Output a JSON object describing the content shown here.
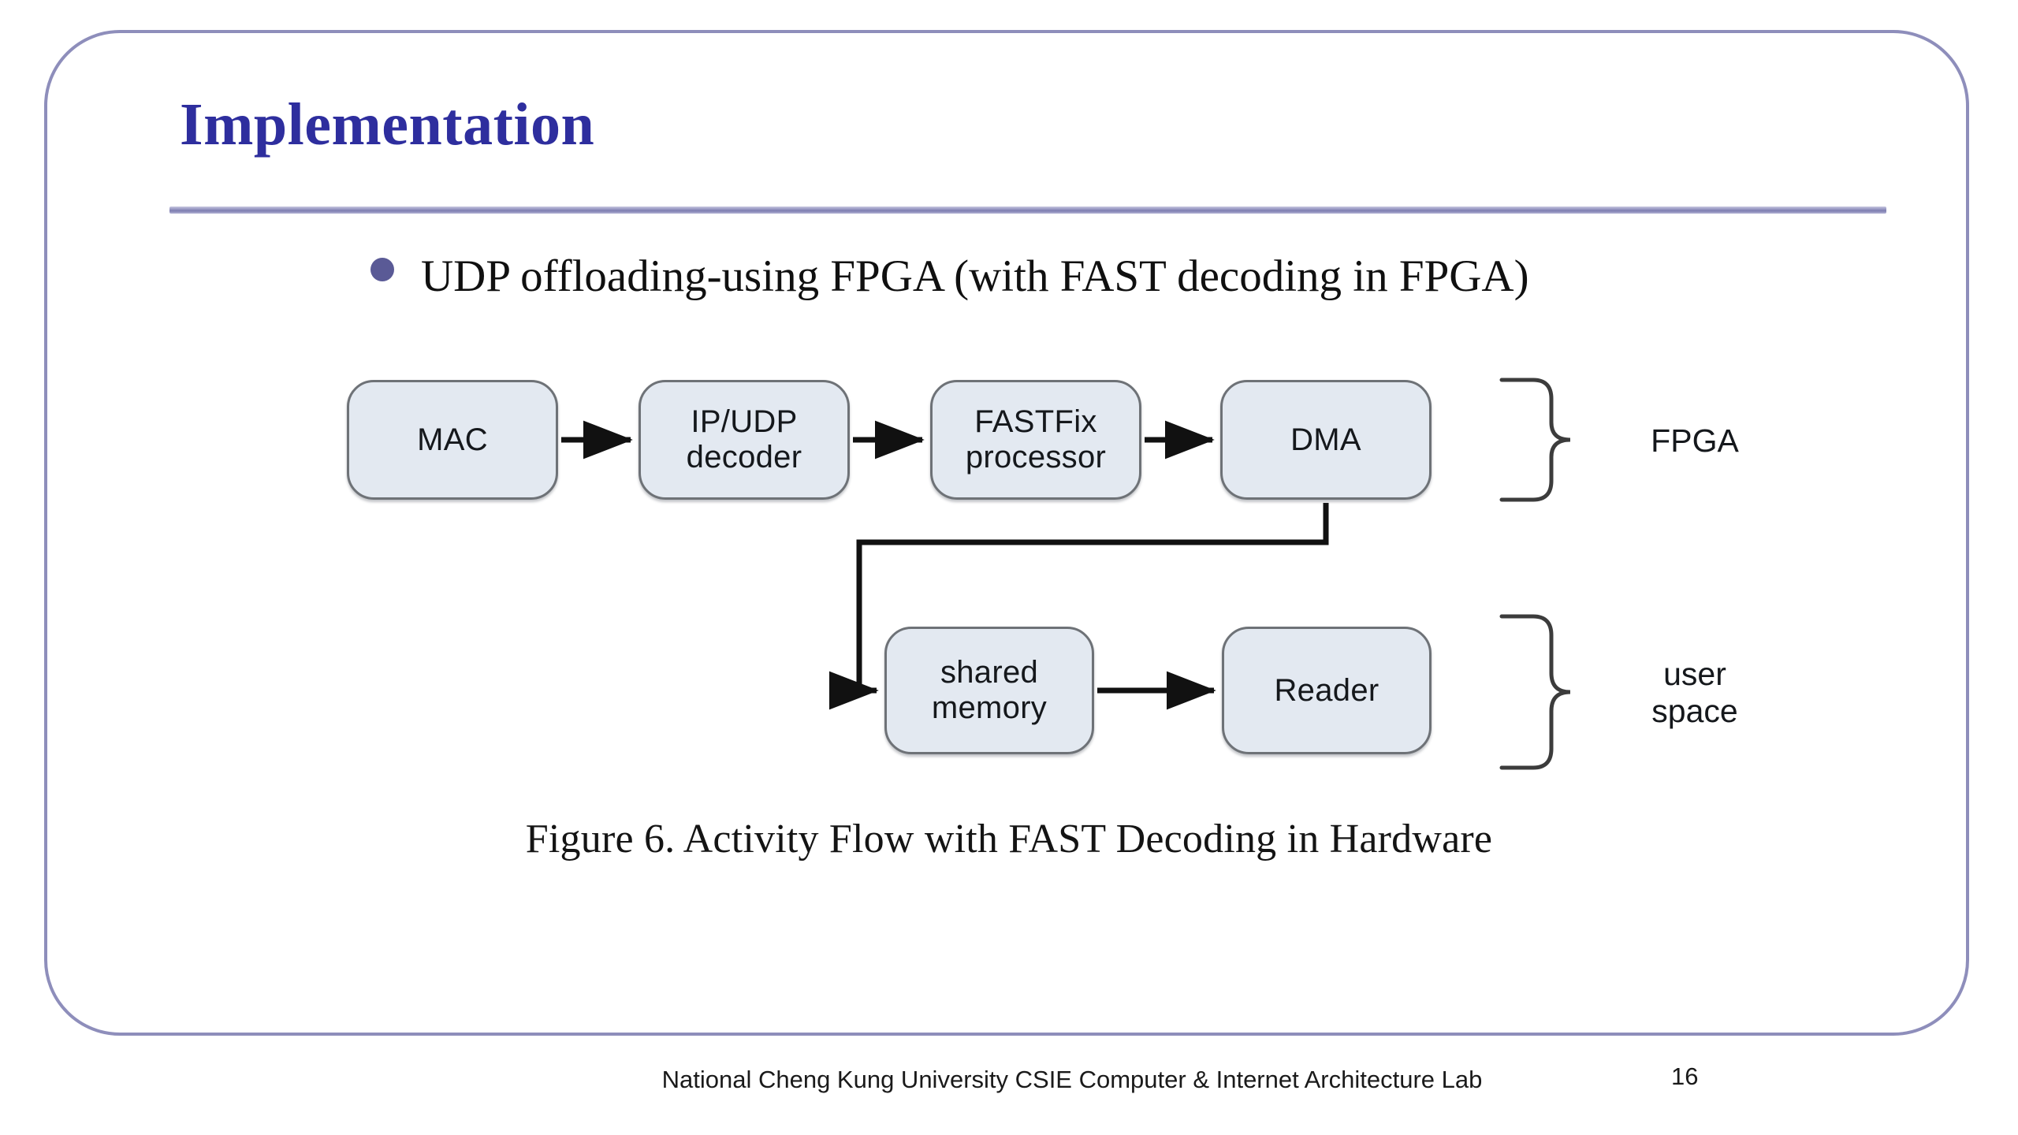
{
  "slide": {
    "title": "Implementation",
    "page_number": "16",
    "footer": "National Cheng Kung University CSIE Computer & Internet Architecture Lab",
    "accent_color": "#2e2e9e",
    "border_color": "#8e8ebb",
    "rule_color": "#9a9ac4",
    "bullet_marker_color": "#5a5a96"
  },
  "bullets": [
    {
      "text": "UDP offloading-using FPGA (with FAST decoding in FPGA)"
    }
  ],
  "figure": {
    "caption": "Figure 6.  Activity Flow with FAST Decoding in Hardware",
    "box_fill": "#e3e9f1",
    "box_stroke": "#6e7277",
    "connector_color": "#111111",
    "nodes": [
      {
        "id": "mac",
        "label": "MAC",
        "group": "FPGA"
      },
      {
        "id": "ipudp",
        "label": "IP/UDP\ndecoder",
        "group": "FPGA"
      },
      {
        "id": "fastfix",
        "label": "FASTFix\nprocessor",
        "group": "FPGA"
      },
      {
        "id": "dma",
        "label": "DMA",
        "group": "FPGA"
      },
      {
        "id": "sharedmem",
        "label": "shared\nmemory",
        "group": "user space"
      },
      {
        "id": "reader",
        "label": "Reader",
        "group": "user space"
      }
    ],
    "edges": [
      {
        "from": "mac",
        "to": "ipudp"
      },
      {
        "from": "ipudp",
        "to": "fastfix"
      },
      {
        "from": "fastfix",
        "to": "dma"
      },
      {
        "from": "dma",
        "to": "sharedmem"
      },
      {
        "from": "sharedmem",
        "to": "reader"
      }
    ],
    "group_labels": [
      {
        "id": "fpga",
        "label": "FPGA"
      },
      {
        "id": "user-space",
        "label": "user\nspace"
      }
    ]
  }
}
